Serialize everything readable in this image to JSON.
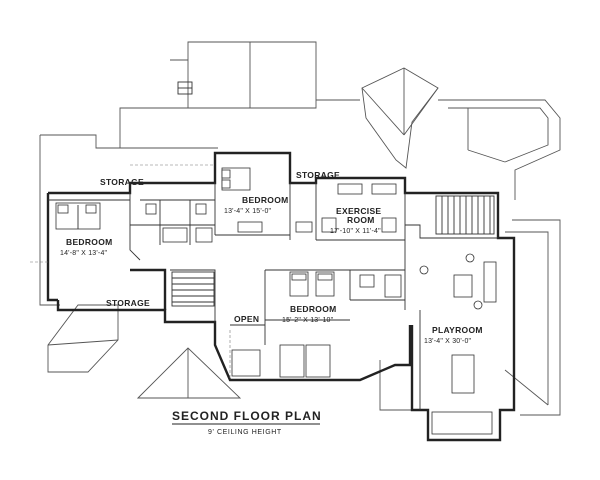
{
  "plan": {
    "title": "SECOND FLOOR PLAN",
    "subtitle": "9' CEILING HEIGHT"
  },
  "rooms": {
    "storage_top_left": {
      "name": "STORAGE"
    },
    "storage_top_right": {
      "name": "STORAGE"
    },
    "storage_bottom_left": {
      "name": "STORAGE"
    },
    "bedroom_left": {
      "name": "BEDROOM",
      "dims": "14'-8\" X 13'-4\""
    },
    "bedroom_top": {
      "name": "BEDROOM",
      "dims": "13'-4\" X 15'-0\""
    },
    "exercise_room": {
      "name_line1": "EXERCISE",
      "name_line2": "ROOM",
      "dims": "17'-10\" X 11'-4\""
    },
    "bedroom_center": {
      "name": "BEDROOM",
      "dims": "15'-2\" X 13'-10\""
    },
    "open": {
      "name": "OPEN"
    },
    "playroom": {
      "name": "PLAYROOM",
      "dims": "13'-4\" X 30'-0\""
    }
  }
}
